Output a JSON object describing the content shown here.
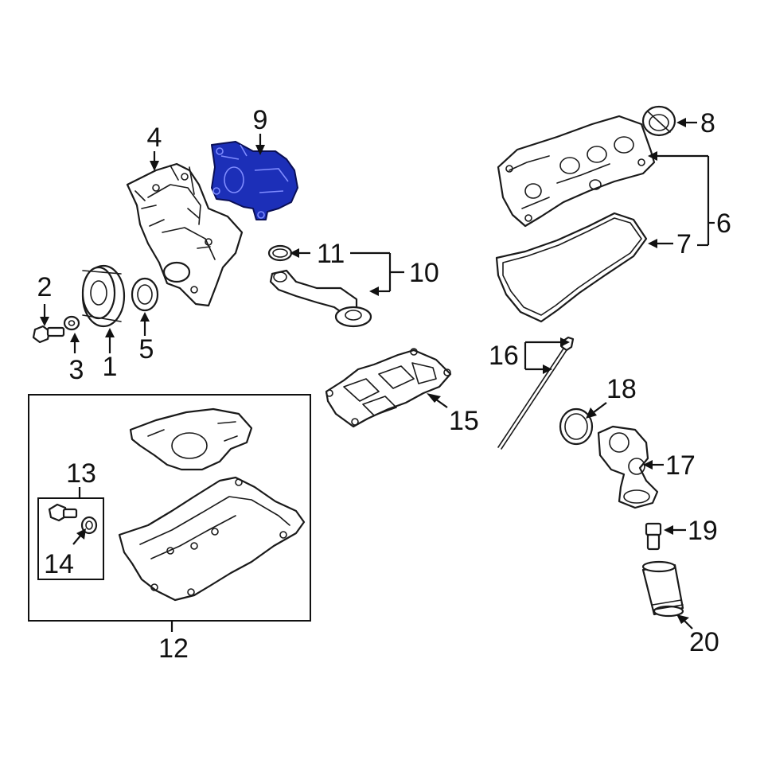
{
  "callouts": {
    "c1": "1",
    "c2": "2",
    "c3": "3",
    "c4": "4",
    "c5": "5",
    "c6": "6",
    "c7": "7",
    "c8": "8",
    "c9": "9",
    "c10": "10",
    "c11": "11",
    "c12": "12",
    "c13": "13",
    "c14": "14",
    "c15": "15",
    "c16": "16",
    "c17": "17",
    "c18": "18",
    "c19": "19",
    "c20": "20"
  },
  "colors": {
    "highlight": "#1c2fb8",
    "line": "#111111",
    "background": "#ffffff"
  }
}
